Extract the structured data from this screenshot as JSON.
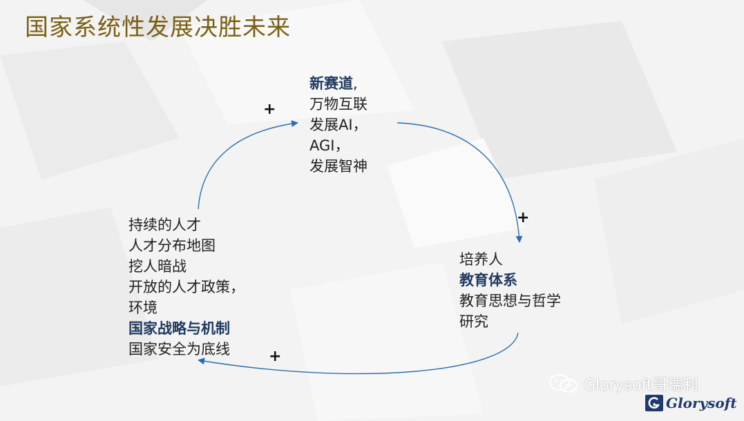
{
  "title": "国家系统性发展决胜未来",
  "nodes": {
    "top": {
      "lines": [
        {
          "text": "新赛道",
          "bold": true,
          "suffix": ","
        },
        {
          "text": "万物互联"
        },
        {
          "text": "发展AI，"
        },
        {
          "text": "AGI，"
        },
        {
          "text": "发展智神"
        }
      ]
    },
    "right": {
      "lines": [
        {
          "text": "培养人"
        },
        {
          "text": "教育体系",
          "bold": true
        },
        {
          "text": "教育思想与哲学"
        },
        {
          "text": "研究"
        }
      ]
    },
    "left": {
      "lines": [
        {
          "text": "持续的人才"
        },
        {
          "text": "人才分布地图"
        },
        {
          "text": "挖人暗战"
        },
        {
          "text": "开放的人才政策，"
        },
        {
          "text": "环境"
        },
        {
          "text": "国家战略与机制",
          "bold": true
        },
        {
          "text": "国家安全为底线"
        }
      ]
    }
  },
  "signs": {
    "top": "+",
    "right": "+",
    "bottom": "+"
  },
  "watermark": {
    "text": "Glorysoft哥瑞利",
    "icon": "wechat-icon"
  },
  "brand": {
    "name": "Glorysoft",
    "icon": "glorysoft-logo-icon"
  },
  "colors": {
    "title": "#7a5f14",
    "arrow": "#2a6db0",
    "bold_text": "#1e3a5f",
    "brand": "#1e3a6e"
  }
}
